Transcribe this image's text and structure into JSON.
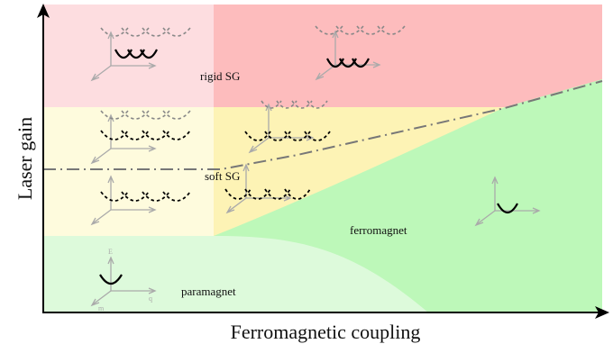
{
  "figure": {
    "x_axis_label": "Ferromagnetic coupling",
    "y_axis_label": "Laser gain",
    "regions": [
      {
        "name": "rigid SG",
        "color": "#fdbcbd",
        "light_color": "#fddde0"
      },
      {
        "name": "soft SG",
        "color": "#fdf3b5",
        "light_color": "#fefbdd"
      },
      {
        "name": "ferromagnet",
        "color": "#bdf8b9"
      },
      {
        "name": "paramagnet",
        "color": "#ddfadb"
      }
    ],
    "inset_axis_labels": {
      "energy": "E",
      "momentum": "q",
      "magnetization": "m"
    },
    "boundary_line_color": "#777777"
  }
}
